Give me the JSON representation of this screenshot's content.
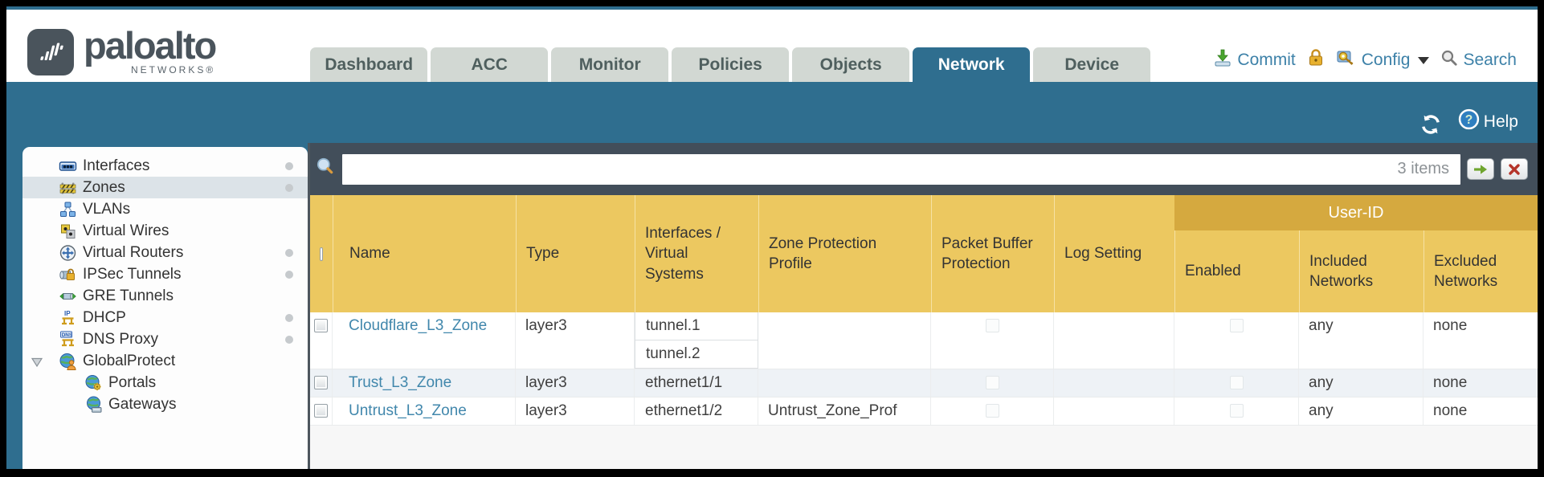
{
  "brand": {
    "logo_text": "paloalto",
    "logo_sub": "NETWORKS®"
  },
  "nav": {
    "tabs": [
      {
        "label": "Dashboard",
        "active": false
      },
      {
        "label": "ACC",
        "active": false
      },
      {
        "label": "Monitor",
        "active": false
      },
      {
        "label": "Policies",
        "active": false
      },
      {
        "label": "Objects",
        "active": false
      },
      {
        "label": "Network",
        "active": true
      },
      {
        "label": "Device",
        "active": false
      }
    ]
  },
  "toolbar": {
    "commit_label": "Commit",
    "config_label": "Config",
    "search_label": "Search"
  },
  "band": {
    "help_label": "Help"
  },
  "sidebar": {
    "items": [
      {
        "label": "Interfaces",
        "icon": "interfaces-icon",
        "selected": false,
        "dot": true,
        "child": false,
        "expander": false
      },
      {
        "label": "Zones",
        "icon": "zones-icon",
        "selected": true,
        "dot": true,
        "child": false,
        "expander": false
      },
      {
        "label": "VLANs",
        "icon": "vlans-icon",
        "selected": false,
        "dot": false,
        "child": false,
        "expander": false
      },
      {
        "label": "Virtual Wires",
        "icon": "virtual-wires-icon",
        "selected": false,
        "dot": false,
        "child": false,
        "expander": false
      },
      {
        "label": "Virtual Routers",
        "icon": "virtual-routers-icon",
        "selected": false,
        "dot": true,
        "child": false,
        "expander": false
      },
      {
        "label": "IPSec Tunnels",
        "icon": "ipsec-tunnels-icon",
        "selected": false,
        "dot": true,
        "child": false,
        "expander": false
      },
      {
        "label": "GRE Tunnels",
        "icon": "gre-tunnels-icon",
        "selected": false,
        "dot": false,
        "child": false,
        "expander": false
      },
      {
        "label": "DHCP",
        "icon": "dhcp-icon",
        "selected": false,
        "dot": true,
        "child": false,
        "expander": false
      },
      {
        "label": "DNS Proxy",
        "icon": "dns-proxy-icon",
        "selected": false,
        "dot": true,
        "child": false,
        "expander": false
      },
      {
        "label": "GlobalProtect",
        "icon": "globalprotect-icon",
        "selected": false,
        "dot": false,
        "child": false,
        "expander": true
      },
      {
        "label": "Portals",
        "icon": "portals-icon",
        "selected": false,
        "dot": false,
        "child": true,
        "expander": false
      },
      {
        "label": "Gateways",
        "icon": "gateways-icon",
        "selected": false,
        "dot": false,
        "child": true,
        "expander": false
      }
    ]
  },
  "filter": {
    "input_value": "",
    "items_count": "3 items"
  },
  "table": {
    "group_header": "User-ID",
    "columns": {
      "name": "Name",
      "type": "Type",
      "interfaces": "Interfaces / Virtual Systems",
      "zpp": "Zone Protection Profile",
      "pbp": "Packet Buffer Protection",
      "log": "Log Setting",
      "enabled": "Enabled",
      "included": "Included Networks",
      "excluded": "Excluded Networks"
    },
    "rows": [
      {
        "name": "Cloudflare_L3_Zone",
        "type": "layer3",
        "interfaces": [
          "tunnel.1",
          "tunnel.2"
        ],
        "zone_protection_profile": "",
        "log_setting": "",
        "included_networks": "any",
        "excluded_networks": "none"
      },
      {
        "name": "Trust_L3_Zone",
        "type": "layer3",
        "interfaces": [
          "ethernet1/1"
        ],
        "zone_protection_profile": "",
        "log_setting": "",
        "included_networks": "any",
        "excluded_networks": "none"
      },
      {
        "name": "Untrust_L3_Zone",
        "type": "layer3",
        "interfaces": [
          "ethernet1/2"
        ],
        "zone_protection_profile": "Untrust_Zone_Prof",
        "log_setting": "",
        "included_networks": "any",
        "excluded_networks": "none"
      }
    ]
  },
  "colors": {
    "teal": "#2F6E8F",
    "dark_slate": "#424E5A",
    "header_gold": "#ECC860",
    "user_id_gold": "#D5A93F",
    "link_blue": "#4187AC",
    "alt_row": "#EEF2F6"
  }
}
